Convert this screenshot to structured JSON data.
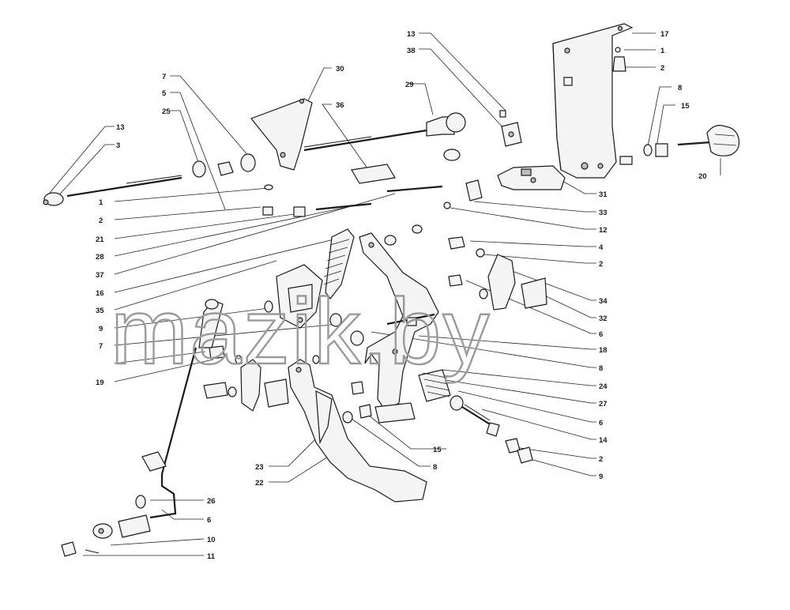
{
  "watermark": "mazik.by",
  "callouts": [
    {
      "id": "c-13-top",
      "text": "13"
    },
    {
      "id": "c-38",
      "text": "38"
    },
    {
      "id": "c-17",
      "text": "17"
    },
    {
      "id": "c-1-top",
      "text": "1"
    },
    {
      "id": "c-2-top",
      "text": "2"
    },
    {
      "id": "c-8-top",
      "text": "8"
    },
    {
      "id": "c-15-top",
      "text": "15"
    },
    {
      "id": "c-20",
      "text": "20"
    },
    {
      "id": "c-30",
      "text": "30"
    },
    {
      "id": "c-36",
      "text": "36"
    },
    {
      "id": "c-29",
      "text": "29"
    },
    {
      "id": "c-7-top",
      "text": "7"
    },
    {
      "id": "c-5",
      "text": "5"
    },
    {
      "id": "c-25",
      "text": "25"
    },
    {
      "id": "c-13-left",
      "text": "13"
    },
    {
      "id": "c-3",
      "text": "3"
    },
    {
      "id": "c-31",
      "text": "31"
    },
    {
      "id": "c-33",
      "text": "33"
    },
    {
      "id": "c-12",
      "text": "12"
    },
    {
      "id": "c-4",
      "text": "4"
    },
    {
      "id": "c-2-right",
      "text": "2"
    },
    {
      "id": "c-34",
      "text": "34"
    },
    {
      "id": "c-32",
      "text": "32"
    },
    {
      "id": "c-6-right",
      "text": "6"
    },
    {
      "id": "c-18",
      "text": "18"
    },
    {
      "id": "c-8-right",
      "text": "8"
    },
    {
      "id": "c-24",
      "text": "24"
    },
    {
      "id": "c-27",
      "text": "27"
    },
    {
      "id": "c-6-mid",
      "text": "6"
    },
    {
      "id": "c-14",
      "text": "14"
    },
    {
      "id": "c-2-bottom",
      "text": "2"
    },
    {
      "id": "c-9-bottom",
      "text": "9"
    },
    {
      "id": "c-1-left",
      "text": "1"
    },
    {
      "id": "c-2-left",
      "text": "2"
    },
    {
      "id": "c-21",
      "text": "21"
    },
    {
      "id": "c-28",
      "text": "28"
    },
    {
      "id": "c-37",
      "text": "37"
    },
    {
      "id": "c-16",
      "text": "16"
    },
    {
      "id": "c-35",
      "text": "35"
    },
    {
      "id": "c-9-left",
      "text": "9"
    },
    {
      "id": "c-7-left",
      "text": "7"
    },
    {
      "id": "c-19",
      "text": "19"
    },
    {
      "id": "c-15-mid",
      "text": "15"
    },
    {
      "id": "c-8-mid",
      "text": "8"
    },
    {
      "id": "c-23",
      "text": "23"
    },
    {
      "id": "c-22",
      "text": "22"
    },
    {
      "id": "c-26",
      "text": "26"
    },
    {
      "id": "c-6-bottom",
      "text": "6"
    },
    {
      "id": "c-10",
      "text": "10"
    },
    {
      "id": "c-11",
      "text": "11"
    }
  ]
}
